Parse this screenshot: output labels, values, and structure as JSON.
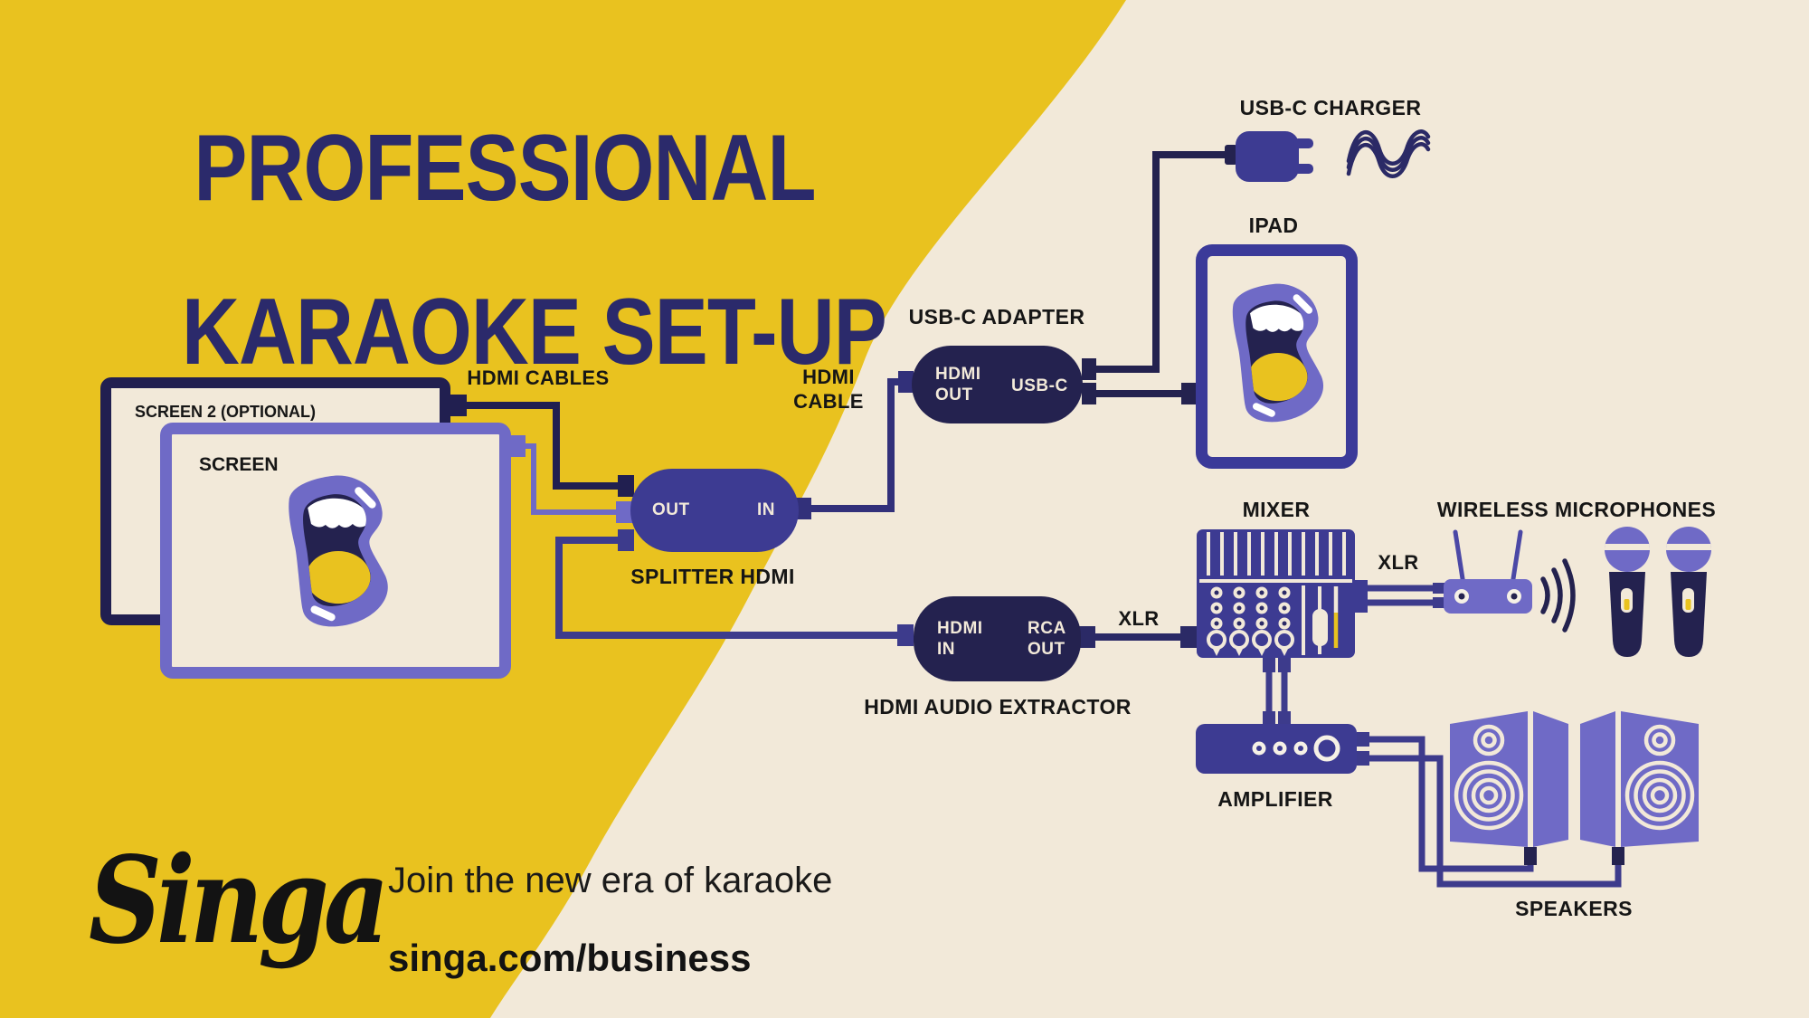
{
  "title": {
    "line1": "PROFESSIONAL",
    "line2": "KARAOKE SET-UP"
  },
  "labels": {
    "hdmi_cables": "HDMI CABLES",
    "hdmi_cable_1": "HDMI",
    "hdmi_cable_2": "CABLE",
    "xlr_left": "XLR",
    "xlr_right": "XLR"
  },
  "devices": {
    "screen2": {
      "label": "SCREEN 2 (OPTIONAL)"
    },
    "screen": {
      "label": "SCREEN"
    },
    "splitter": {
      "label": "SPLITTER HDMI",
      "port_out": "OUT",
      "port_in": "IN"
    },
    "adapter": {
      "label": "USB-C ADAPTER",
      "port_hdmi": "HDMI",
      "port_hdmi2": "OUT",
      "port_usbc": "USB-C"
    },
    "charger": {
      "label": "USB-C CHARGER"
    },
    "ipad": {
      "label": "IPAD"
    },
    "extractor": {
      "label": "HDMI AUDIO EXTRACTOR",
      "port_hdmi": "HDMI",
      "port_in": "IN",
      "port_rca": "RCA",
      "port_out": "OUT"
    },
    "mixer": {
      "label": "MIXER"
    },
    "microphones": {
      "label": "WIRELESS MICROPHONES"
    },
    "amplifier": {
      "label": "AMPLIFIER"
    },
    "speakers": {
      "label": "SPEAKERS"
    }
  },
  "footer": {
    "logo": "Singa",
    "tagline": "Join the new era of karaoke",
    "url": "singa.com/business"
  },
  "colors": {
    "yellow": "#e9c21f",
    "cream": "#f2e9d9",
    "navy_dark": "#211f50",
    "navy": "#24224f",
    "indigo": "#3d3b92",
    "violet": "#6f6ac6",
    "cable_mid": "#32307a",
    "title_navy": "#2b2a6b",
    "text_black": "#161616",
    "white": "#f6f1e6"
  },
  "icons": {
    "mouth-icon": "open singing mouth with teeth and tongue",
    "plug-icon": "power plug",
    "squiggle-cable-icon": "curly charger cable",
    "sound-waves-icon": "wireless signal arcs",
    "antenna-icon": "receiver antennas",
    "microphone-icon": "handheld wireless microphone",
    "speaker-icon": "loudspeaker cabinet",
    "mixer-panel-icon": "mixing console knobs and fader",
    "amplifier-knobs-icon": "amplifier knobs"
  }
}
